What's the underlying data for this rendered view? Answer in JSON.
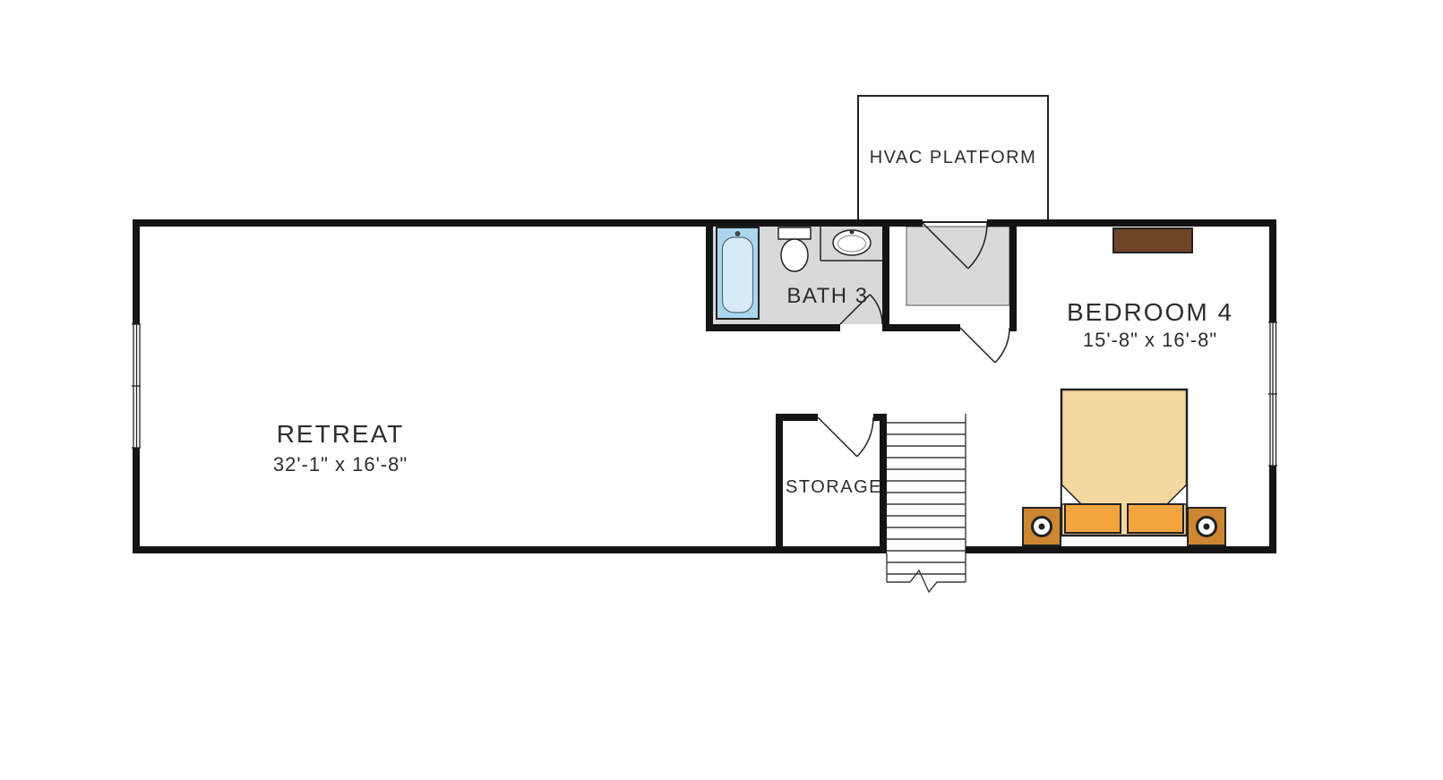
{
  "rooms": {
    "hvac_platform": {
      "label": "HVAC PLATFORM"
    },
    "bath3": {
      "label": "BATH 3"
    },
    "bedroom4": {
      "label": "BEDROOM 4",
      "dimensions": "15'-8\" x 16'-8\""
    },
    "retreat": {
      "label": "RETREAT",
      "dimensions": "32'-1\" x 16'-8\""
    },
    "storage": {
      "label": "STORAGE"
    }
  },
  "fixtures": {
    "bathtub": "bathtub",
    "toilet": "toilet",
    "sink": "oval-sink-basin",
    "staircase": "staircase-with-break-line",
    "bed": "double-bed-with-two-pillows",
    "nightstands": "nightstand-with-round-lamp",
    "dresser": "dresser"
  },
  "colors": {
    "wall": "#141414",
    "line": "#222222",
    "floor": "#d9d9d9",
    "bathtub": "#abd7ee",
    "bathtub_inner": "#d7ebf7",
    "bed": "#f5d7a0",
    "pillow": "#f4a43e",
    "nightstand": "#cd8631",
    "dresser": "#6e4526",
    "text": "#2d2d2d",
    "background": "#ffffff"
  }
}
